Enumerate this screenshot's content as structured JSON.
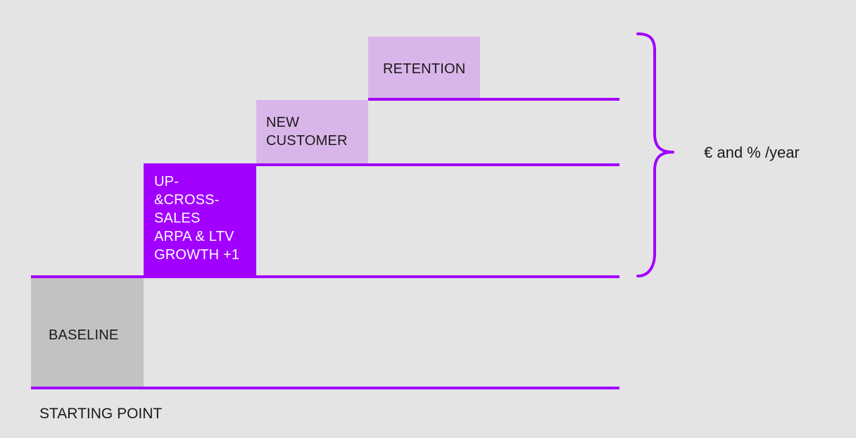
{
  "colors": {
    "background": "#e4e4e4",
    "accent": "#a100ff",
    "light_purple": "#d9b6e9",
    "baseline_gray": "#c2c2c2",
    "text_dark": "#1a1a1a",
    "text_light": "#ffffff"
  },
  "steps": {
    "baseline": {
      "label": "BASELINE"
    },
    "upsell": {
      "label": "UP-\n&CROSS-\nSALES\nARPA & LTV\nGROWTH +1"
    },
    "new_customer": {
      "label": "NEW\nCUSTOMER"
    },
    "retention": {
      "label": "RETENTION"
    }
  },
  "starting_point_label": "STARTING POINT",
  "brace_label": "€ and % /year",
  "icons": [
    "curly-brace-icon"
  ]
}
